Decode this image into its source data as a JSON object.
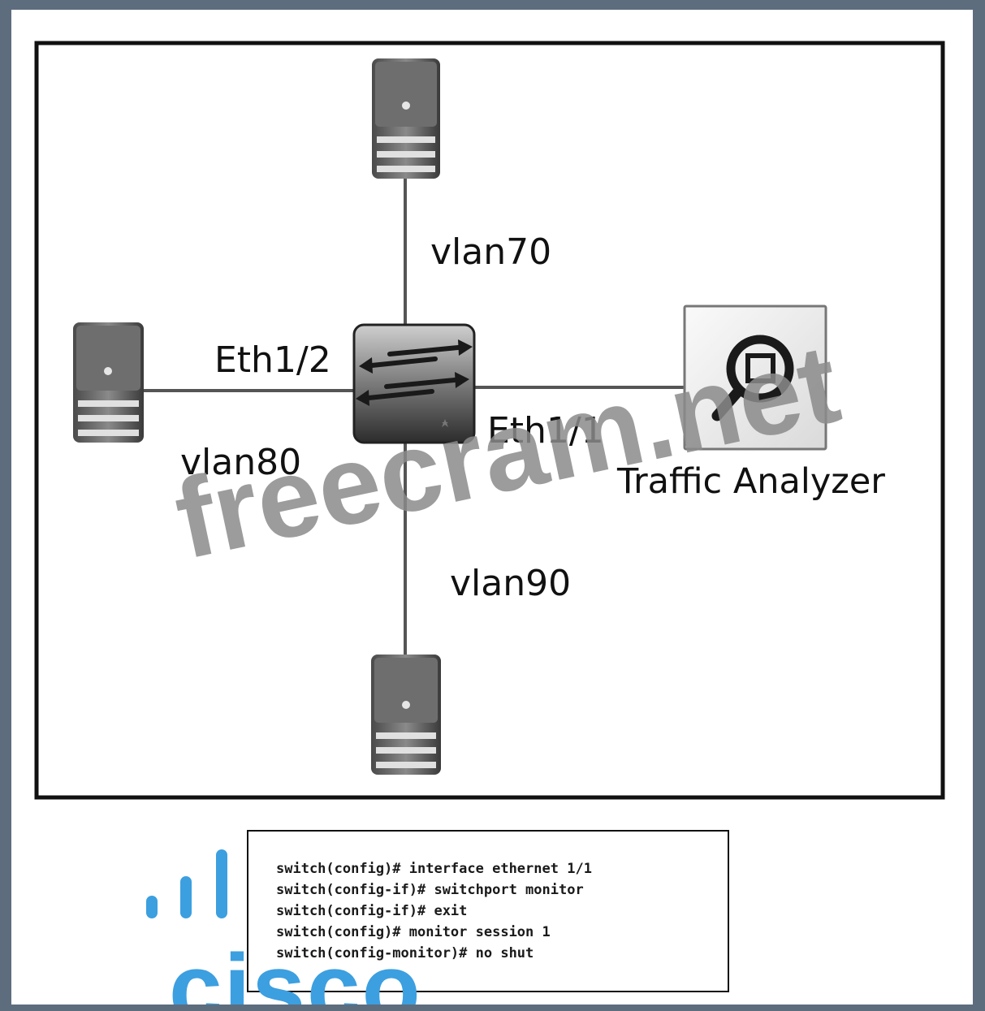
{
  "diagram": {
    "switch": {
      "icon": "layer2-switch-icon",
      "ports": {
        "left": "Eth1/2",
        "right": "Eth1/1"
      }
    },
    "servers": [
      {
        "position": "top",
        "vlan": "vlan70",
        "icon": "server-icon"
      },
      {
        "position": "left",
        "vlan": "vlan80",
        "icon": "server-icon"
      },
      {
        "position": "bottom",
        "vlan": "vlan90",
        "icon": "server-icon"
      }
    ],
    "analyzer": {
      "label": "Traffic Analyzer",
      "icon": "magnifier-icon"
    }
  },
  "config": {
    "lines": [
      "switch(config)# interface ethernet 1/1",
      "switch(config-if)# switchport monitor",
      "switch(config-if)# exit",
      "switch(config)# monitor session 1",
      "switch(config-monitor)# no shut"
    ]
  },
  "watermark": {
    "text": "freecram.net"
  },
  "logo": {
    "text": "cisco"
  },
  "colors": {
    "frame": "#5d6d7e",
    "logo": "#3c9fe0",
    "watermark": "#8b8b8b",
    "link": "#555555"
  }
}
